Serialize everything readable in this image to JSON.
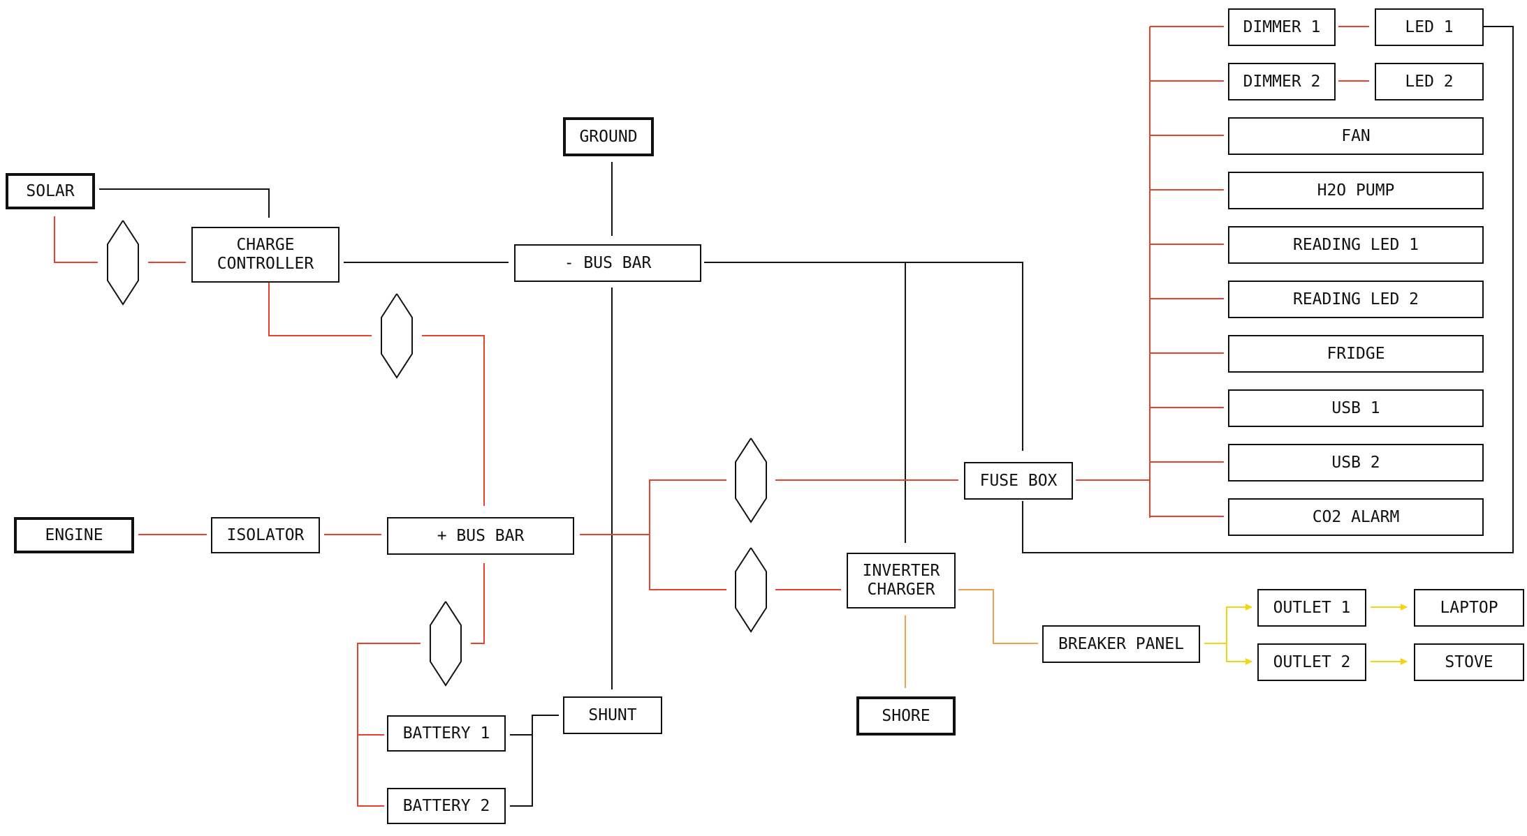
{
  "colors": {
    "line": "#111111",
    "positive": "#e8402a",
    "ac_source": "#f0a04b",
    "ac_load": "#f5d511"
  },
  "nodes": {
    "solar": "SOLAR",
    "charge_controller": "CHARGE\nCONTROLLER",
    "ground": "GROUND",
    "neg_bus_bar": "- BUS BAR",
    "engine": "ENGINE",
    "isolator": "ISOLATOR",
    "pos_bus_bar": "+ BUS BAR",
    "battery_1": "BATTERY 1",
    "battery_2": "BATTERY 2",
    "shunt": "SHUNT",
    "fuse_box": "FUSE BOX",
    "inverter_charger": "INVERTER\nCHARGER",
    "shore": "SHORE",
    "breaker_panel": "BREAKER PANEL",
    "outlet_1": "OUTLET 1",
    "outlet_2": "OUTLET 2",
    "laptop": "LAPTOP",
    "stove": "STOVE",
    "dimmer_1": "DIMMER 1",
    "led_1": "LED 1",
    "dimmer_2": "DIMMER 2",
    "led_2": "LED 2",
    "fan": "FAN",
    "h2o_pump": "H2O PUMP",
    "reading_led_1": "READING LED 1",
    "reading_led_2": "READING LED 2",
    "fridge": "FRIDGE",
    "usb_1": "USB 1",
    "usb_2": "USB 2",
    "co2_alarm": "CO2 ALARM"
  },
  "edges": [
    {
      "from": "solar",
      "to": "charge_controller",
      "type": "positive",
      "fuse": true
    },
    {
      "from": "solar",
      "to": "charge_controller",
      "type": "negative"
    },
    {
      "from": "charge_controller",
      "to": "neg_bus_bar",
      "type": "negative"
    },
    {
      "from": "charge_controller",
      "to": "pos_bus_bar",
      "type": "positive",
      "fuse": true
    },
    {
      "from": "ground",
      "to": "neg_bus_bar",
      "type": "negative"
    },
    {
      "from": "neg_bus_bar",
      "to": "shunt",
      "type": "negative"
    },
    {
      "from": "neg_bus_bar",
      "to": "fuse_box",
      "type": "negative"
    },
    {
      "from": "neg_bus_bar",
      "to": "inverter_charger",
      "type": "negative"
    },
    {
      "from": "engine",
      "to": "isolator",
      "type": "positive"
    },
    {
      "from": "isolator",
      "to": "pos_bus_bar",
      "type": "positive"
    },
    {
      "from": "pos_bus_bar",
      "to": "battery_1",
      "type": "positive",
      "fuse": true
    },
    {
      "from": "pos_bus_bar",
      "to": "battery_2",
      "type": "positive",
      "fuse": true
    },
    {
      "from": "battery_1",
      "to": "shunt",
      "type": "negative"
    },
    {
      "from": "battery_2",
      "to": "shunt",
      "type": "negative"
    },
    {
      "from": "pos_bus_bar",
      "to": "fuse_box",
      "type": "positive",
      "fuse": true
    },
    {
      "from": "pos_bus_bar",
      "to": "inverter_charger",
      "type": "positive",
      "fuse": true
    },
    {
      "from": "shore",
      "to": "inverter_charger",
      "type": "ac_source"
    },
    {
      "from": "inverter_charger",
      "to": "breaker_panel",
      "type": "ac_source"
    },
    {
      "from": "breaker_panel",
      "to": "outlet_1",
      "type": "ac_load"
    },
    {
      "from": "breaker_panel",
      "to": "outlet_2",
      "type": "ac_load"
    },
    {
      "from": "outlet_1",
      "to": "laptop",
      "type": "ac_load"
    },
    {
      "from": "outlet_2",
      "to": "stove",
      "type": "ac_load"
    },
    {
      "from": "fuse_box",
      "to": "dimmer_1",
      "type": "positive"
    },
    {
      "from": "dimmer_1",
      "to": "led_1",
      "type": "positive"
    },
    {
      "from": "fuse_box",
      "to": "dimmer_2",
      "type": "positive"
    },
    {
      "from": "dimmer_2",
      "to": "led_2",
      "type": "positive"
    },
    {
      "from": "fuse_box",
      "to": "fan",
      "type": "positive"
    },
    {
      "from": "fuse_box",
      "to": "h2o_pump",
      "type": "positive"
    },
    {
      "from": "fuse_box",
      "to": "reading_led_1",
      "type": "positive"
    },
    {
      "from": "fuse_box",
      "to": "reading_led_2",
      "type": "positive"
    },
    {
      "from": "fuse_box",
      "to": "fridge",
      "type": "positive"
    },
    {
      "from": "fuse_box",
      "to": "usb_1",
      "type": "positive"
    },
    {
      "from": "fuse_box",
      "to": "usb_2",
      "type": "positive"
    },
    {
      "from": "fuse_box",
      "to": "co2_alarm",
      "type": "positive"
    }
  ]
}
